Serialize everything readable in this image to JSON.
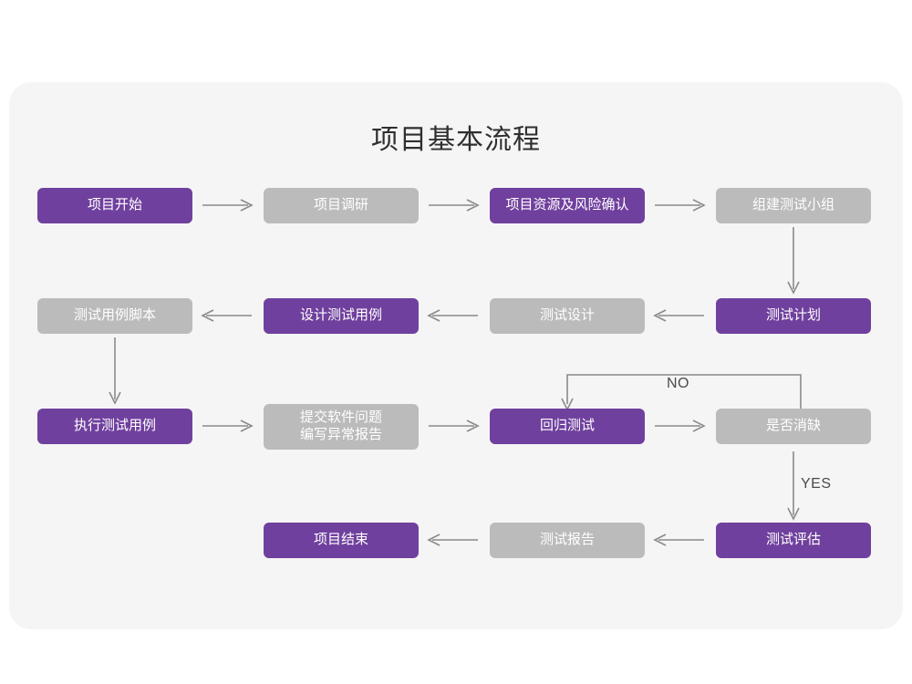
{
  "page": {
    "title": "项目基本流程",
    "background": "#ffffff",
    "card_background": "#f5f5f5"
  },
  "colors": {
    "purple": "#70409e",
    "gray": "#bbbbbb",
    "arrow": "#8a8a8a",
    "title_text": "#2f2f2f",
    "label_text": "#4a4a4a"
  },
  "chart_data": {
    "type": "diagram",
    "title": "项目基本流程",
    "nodes": [
      {
        "id": "n1",
        "label": "项目开始",
        "style": "purple",
        "row": 1,
        "col": 1
      },
      {
        "id": "n2",
        "label": "项目调研",
        "style": "gray",
        "row": 1,
        "col": 2
      },
      {
        "id": "n3",
        "label": "项目资源及风险确认",
        "style": "purple",
        "row": 1,
        "col": 3
      },
      {
        "id": "n4",
        "label": "组建测试小组",
        "style": "gray",
        "row": 1,
        "col": 4
      },
      {
        "id": "n5",
        "label": "测试用例脚本",
        "style": "gray",
        "row": 2,
        "col": 1
      },
      {
        "id": "n6",
        "label": "设计测试用例",
        "style": "purple",
        "row": 2,
        "col": 2
      },
      {
        "id": "n7",
        "label": "测试设计",
        "style": "gray",
        "row": 2,
        "col": 3
      },
      {
        "id": "n8",
        "label": "测试计划",
        "style": "purple",
        "row": 2,
        "col": 4
      },
      {
        "id": "n9",
        "label": "执行测试用例",
        "style": "purple",
        "row": 3,
        "col": 1
      },
      {
        "id": "n10",
        "label": "提交软件问题\n编写异常报告",
        "style": "gray",
        "row": 3,
        "col": 2
      },
      {
        "id": "n11",
        "label": "回归测试",
        "style": "purple",
        "row": 3,
        "col": 3
      },
      {
        "id": "n12",
        "label": "是否消缺",
        "style": "gray",
        "row": 3,
        "col": 4
      },
      {
        "id": "n13",
        "label": "项目结束",
        "style": "purple",
        "row": 4,
        "col": 2
      },
      {
        "id": "n14",
        "label": "测试报告",
        "style": "gray",
        "row": 4,
        "col": 3
      },
      {
        "id": "n15",
        "label": "测试评估",
        "style": "purple",
        "row": 4,
        "col": 4
      }
    ],
    "edges": [
      {
        "from": "n1",
        "to": "n2",
        "dir": "right",
        "label": ""
      },
      {
        "from": "n2",
        "to": "n3",
        "dir": "right",
        "label": ""
      },
      {
        "from": "n3",
        "to": "n4",
        "dir": "right",
        "label": ""
      },
      {
        "from": "n4",
        "to": "n8",
        "dir": "down",
        "label": ""
      },
      {
        "from": "n8",
        "to": "n7",
        "dir": "left",
        "label": ""
      },
      {
        "from": "n7",
        "to": "n6",
        "dir": "left",
        "label": ""
      },
      {
        "from": "n6",
        "to": "n5",
        "dir": "left",
        "label": ""
      },
      {
        "from": "n5",
        "to": "n9",
        "dir": "down",
        "label": ""
      },
      {
        "from": "n9",
        "to": "n10",
        "dir": "right",
        "label": ""
      },
      {
        "from": "n10",
        "to": "n11",
        "dir": "right",
        "label": ""
      },
      {
        "from": "n11",
        "to": "n12",
        "dir": "right",
        "label": ""
      },
      {
        "from": "n12",
        "to": "n11",
        "dir": "loop-up",
        "label": "NO"
      },
      {
        "from": "n12",
        "to": "n15",
        "dir": "down",
        "label": "YES"
      },
      {
        "from": "n15",
        "to": "n14",
        "dir": "left",
        "label": ""
      },
      {
        "from": "n14",
        "to": "n13",
        "dir": "left",
        "label": ""
      }
    ],
    "edge_labels": {
      "no": "NO",
      "yes": "YES"
    }
  }
}
